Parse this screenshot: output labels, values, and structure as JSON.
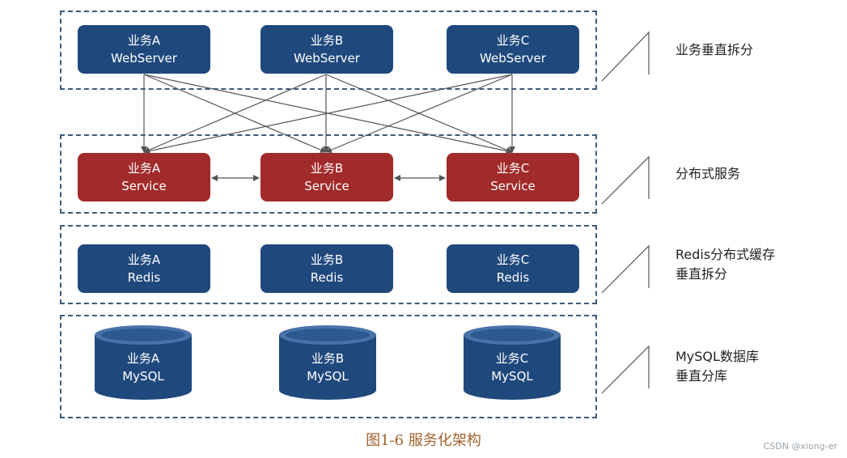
{
  "tiers": [
    {
      "label_lines": [
        "业务垂直拆分"
      ],
      "nodes": [
        {
          "line1": "业务A",
          "line2": "WebServer"
        },
        {
          "line1": "业务B",
          "line2": "WebServer"
        },
        {
          "line1": "业务C",
          "line2": "WebServer"
        }
      ]
    },
    {
      "label_lines": [
        "分布式服务"
      ],
      "nodes": [
        {
          "line1": "业务A",
          "line2": "Service"
        },
        {
          "line1": "业务B",
          "line2": "Service"
        },
        {
          "line1": "业务C",
          "line2": "Service"
        }
      ]
    },
    {
      "label_lines": [
        "Redis分布式缓存",
        "垂直拆分"
      ],
      "nodes": [
        {
          "line1": "业务A",
          "line2": "Redis"
        },
        {
          "line1": "业务B",
          "line2": "Redis"
        },
        {
          "line1": "业务C",
          "line2": "Redis"
        }
      ]
    },
    {
      "label_lines": [
        "MySQL数据库",
        "垂直分库"
      ],
      "nodes": [
        {
          "line1": "业务A",
          "line2": "MySQL"
        },
        {
          "line1": "业务B",
          "line2": "MySQL"
        },
        {
          "line1": "业务C",
          "line2": "MySQL"
        }
      ]
    }
  ],
  "caption": "图1-6  服务化架构",
  "watermark": "CSDN @xiong-er",
  "colors": {
    "blue_node": "#1f497d",
    "red_node": "#a12a2a",
    "dashed_border": "#3f5a74",
    "caption": "#a0622d"
  }
}
